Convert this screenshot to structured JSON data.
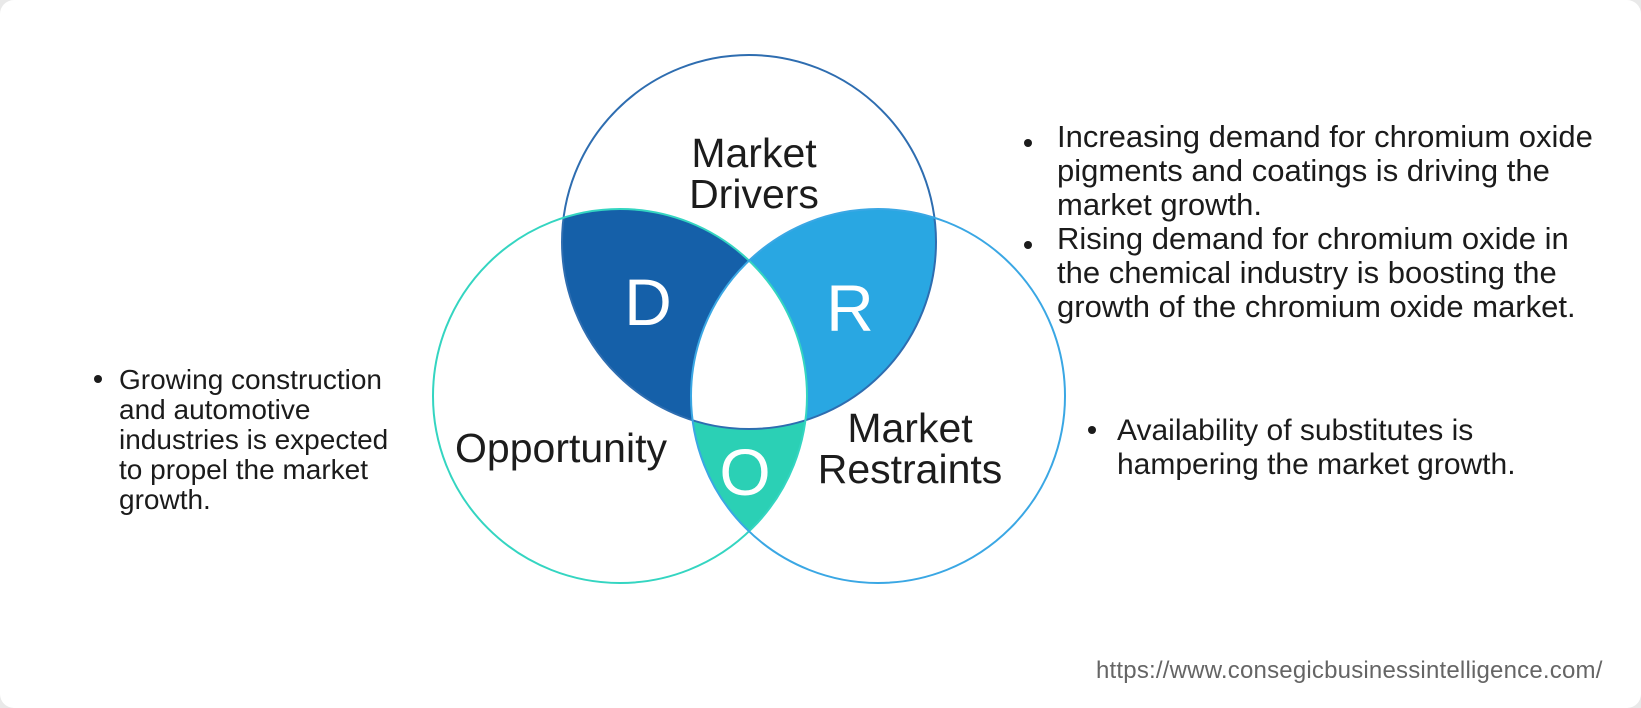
{
  "diagram": {
    "drivers": {
      "label_lines": [
        "Market",
        "Drivers"
      ],
      "letter": "D"
    },
    "restraints": {
      "label_lines": [
        "Market",
        "Restraints"
      ],
      "letter": "R"
    },
    "opportunity": {
      "label": "Opportunity",
      "letter": "O"
    }
  },
  "colors": {
    "drivers_overlap_fill": "#1560A9",
    "restraints_overlap_fill": "#29A7E2",
    "opportunity_overlap_fill": "#2BD0B5",
    "drivers_circle_outline": "#2E6DB0",
    "opportunity_circle_outline": "#34D5C1",
    "restraints_circle_outline": "#3AA7E4",
    "letter_color": "#FFFFFF",
    "body_text_color": "#1B1B1B",
    "url_text_color": "#656565"
  },
  "notes": {
    "drivers_bullets": [
      {
        "lines": [
          "Increasing demand for chromium oxide",
          "pigments and coatings is driving the",
          "market growth."
        ]
      },
      {
        "lines": [
          "Rising demand for chromium oxide in",
          "the chemical industry is boosting the",
          "growth of the chromium oxide market."
        ]
      }
    ],
    "opportunity_bullets": [
      {
        "lines": [
          "Growing construction",
          "and automotive",
          "industries is expected",
          "to propel the market",
          "growth."
        ]
      }
    ],
    "restraints_bullets": [
      {
        "lines": [
          "Availability of substitutes is",
          "hampering the market growth."
        ]
      }
    ]
  },
  "footer": {
    "source_url": "https://www.consegicbusinessintelligence.com/"
  }
}
